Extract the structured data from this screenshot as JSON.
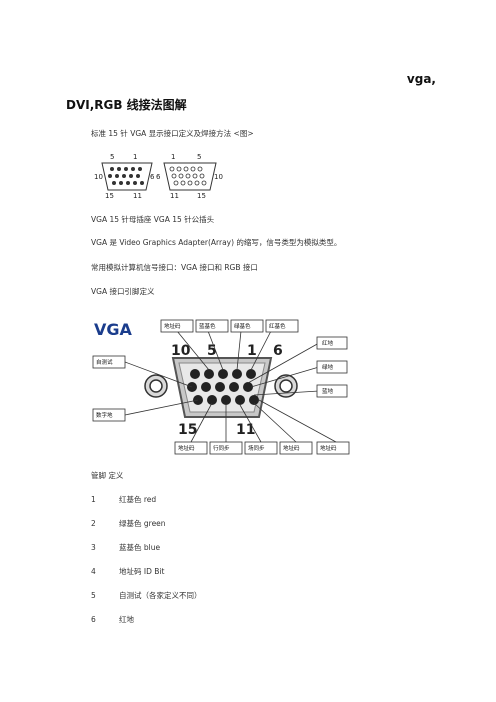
{
  "doc": {
    "title_line1": "vga,",
    "title_line2": "DVI,RGB 线接法图解",
    "intro": "标准 15 针 VGA 显示接口定义及焊接方法 <图>",
    "connector_caption": "VGA 15 针母插座 VGA 15 针公插头",
    "vga_desc": "VGA 是 Video Graphics Adapter(Array) 的缩写，信号类型为模拟类型。",
    "common_ports": "常用模拟计算机信号接口：VGA 接口和 RGB 接口",
    "pin_def_heading": "VGA 接口引脚定义",
    "table_header": "管脚  定义"
  },
  "connector_diagram": {
    "female_top_left": "5",
    "female_top_right": "1",
    "female_mid_left": "10",
    "female_mid_right": "6",
    "female_bot_left": "15",
    "female_bot_right": "11",
    "male_top_left": "1",
    "male_top_right": "5",
    "male_mid_left": "6",
    "male_mid_right": "10",
    "male_bot_left": "11",
    "male_bot_right": "15"
  },
  "vga_diagram": {
    "logo": "VGA",
    "pin_label_top_left": "10",
    "pin_label_5": "5",
    "pin_label_1": "1",
    "pin_label_6": "6",
    "pin_label_15": "15",
    "pin_label_11": "11",
    "callouts": {
      "ground": "地址码",
      "blue": "蓝基色",
      "green": "绿基色",
      "red": "红基色",
      "red_ground": "红地",
      "green_ground": "绿地",
      "blue_ground": "蓝地",
      "self_test": "自测试",
      "digital_ground": "数字地",
      "address_code_bl": "地址码",
      "hsync": "行同步",
      "vsync": "场同步",
      "address_code": "地址码",
      "address_code_br": "地址码"
    }
  },
  "pins": [
    {
      "num": "1",
      "def": "红基色  red"
    },
    {
      "num": "2",
      "def": "绿基色  green"
    },
    {
      "num": "3",
      "def": "蓝基色  blue"
    },
    {
      "num": "4",
      "def": "地址码  ID Bit"
    },
    {
      "num": "5",
      "def": "自测试（各家定义不同）"
    },
    {
      "num": "6",
      "def": "红地"
    }
  ]
}
